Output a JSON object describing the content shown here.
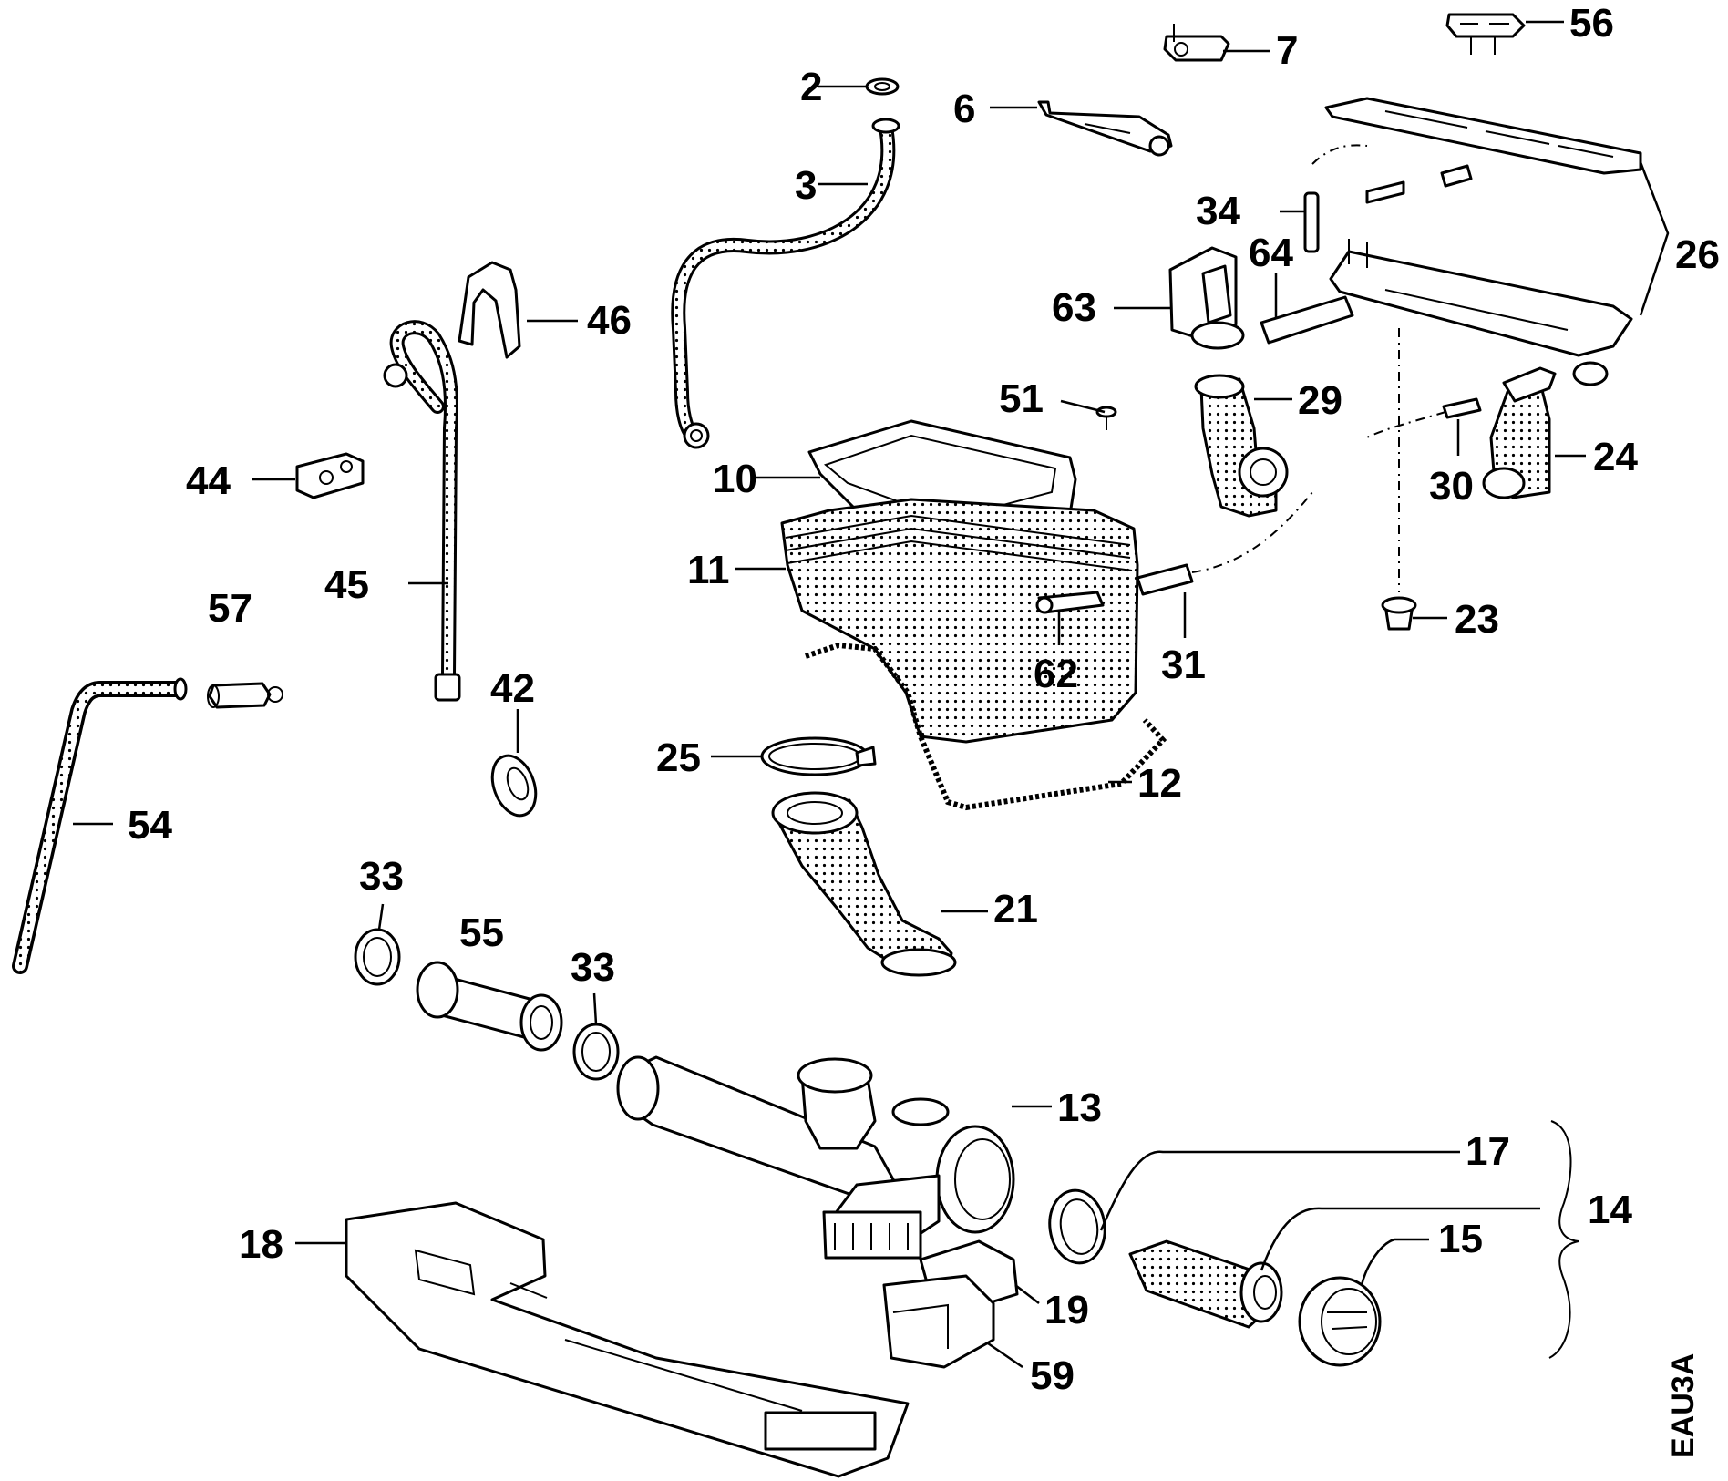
{
  "parts": {
    "p2": "2",
    "p3": "3",
    "p6": "6",
    "p7": "7",
    "p56": "56",
    "p26": "26",
    "p34": "34",
    "p64": "64",
    "p63": "63",
    "p46": "46",
    "p51": "51",
    "p29": "29",
    "p10": "10",
    "p44": "44",
    "p30": "30",
    "p24": "24",
    "p11": "11",
    "p45": "45",
    "p57": "57",
    "p23": "23",
    "p62": "62",
    "p31": "31",
    "p42": "42",
    "p25": "25",
    "p12": "12",
    "p54": "54",
    "p33a": "33",
    "p33b": "33",
    "p55": "55",
    "p21": "21",
    "p13": "13",
    "p17": "17",
    "p14": "14",
    "p15": "15",
    "p18": "18",
    "p19": "19",
    "p59": "59"
  },
  "drawing_code": "EAU3A"
}
